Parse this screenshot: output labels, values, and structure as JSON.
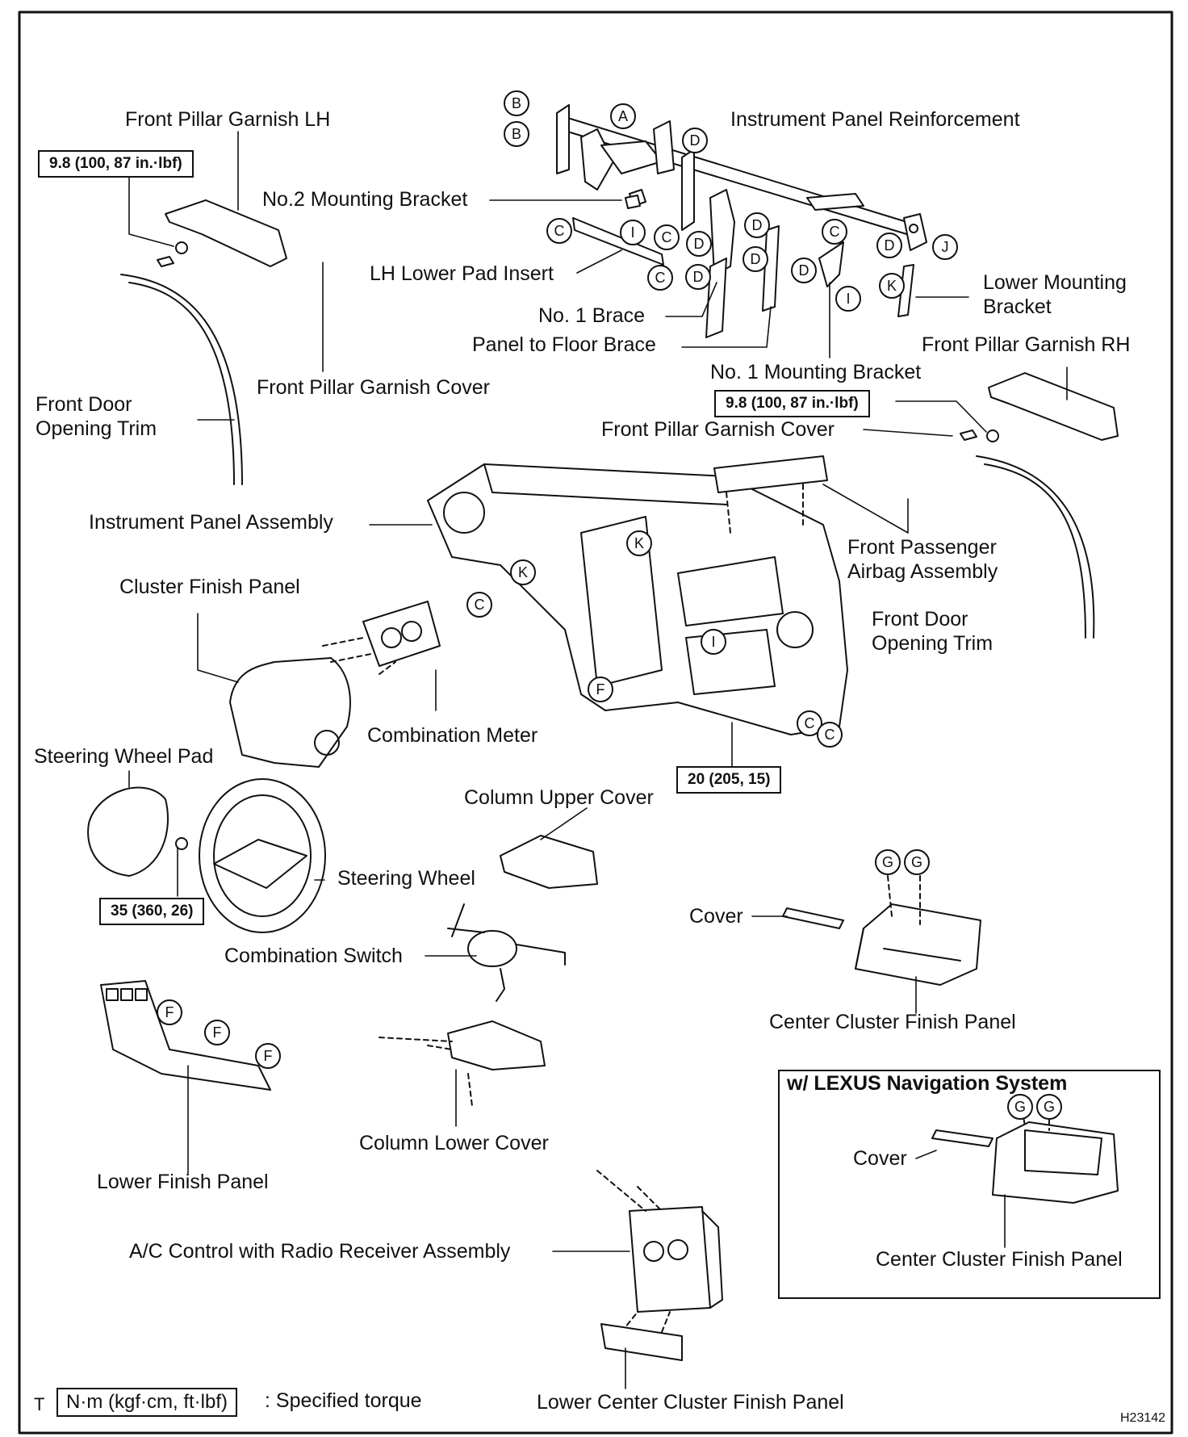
{
  "figure_code": "H23142",
  "labels": {
    "front_pillar_garnish_lh": "Front Pillar Garnish LH",
    "instrument_panel_reinforcement": "Instrument Panel Reinforcement",
    "no2_mounting_bracket": "No.2 Mounting Bracket",
    "lh_lower_pad_insert": "LH Lower Pad Insert",
    "no1_brace": "No. 1 Brace",
    "panel_to_floor_brace": "Panel to Floor Brace",
    "no1_mounting_bracket": "No. 1 Mounting Bracket",
    "lower_mounting_bracket": "Lower Mounting Bracket",
    "front_pillar_garnish_rh": "Front Pillar Garnish RH",
    "front_pillar_garnish_cover_left": "Front Pillar Garnish Cover",
    "front_pillar_garnish_cover_right": "Front Pillar Garnish Cover",
    "front_door_opening_trim_left": "Front Door Opening Trim",
    "front_door_opening_trim_right": "Front Door Opening Trim",
    "instrument_panel_assembly": "Instrument Panel Assembly",
    "front_passenger_airbag_assembly": "Front Passenger Airbag Assembly",
    "cluster_finish_panel": "Cluster Finish Panel",
    "combination_meter": "Combination Meter",
    "steering_wheel_pad": "Steering Wheel Pad",
    "steering_wheel": "Steering Wheel",
    "column_upper_cover": "Column Upper Cover",
    "combination_switch": "Combination Switch",
    "cover": "Cover",
    "center_cluster_finish_panel": "Center Cluster Finish Panel",
    "lower_finish_panel": "Lower Finish Panel",
    "column_lower_cover": "Column Lower Cover",
    "ac_control_radio": "A/C Control with Radio Receiver Assembly",
    "lower_center_cluster_finish_panel": "Lower Center Cluster Finish Panel",
    "nav_title": "w/ LEXUS Navigation System",
    "nav_cover": "Cover",
    "nav_center_cluster_finish_panel": "Center Cluster Finish Panel"
  },
  "torques": {
    "pillar_lh": "9.8 (100, 87 in.·lbf)",
    "pillar_rh": "9.8 (100, 87 in.·lbf)",
    "panel_bolt": "20 (205, 15)",
    "steering_nut": "35 (360, 26)"
  },
  "legend": {
    "t_mark": "T",
    "unit": "N·m (kgf·cm, ft·lbf)",
    "text": ": Specified torque"
  },
  "callouts": {
    "A": "A",
    "B": "B",
    "C": "C",
    "D": "D",
    "F": "F",
    "G": "G",
    "I": "I",
    "J": "J",
    "K": "K"
  }
}
